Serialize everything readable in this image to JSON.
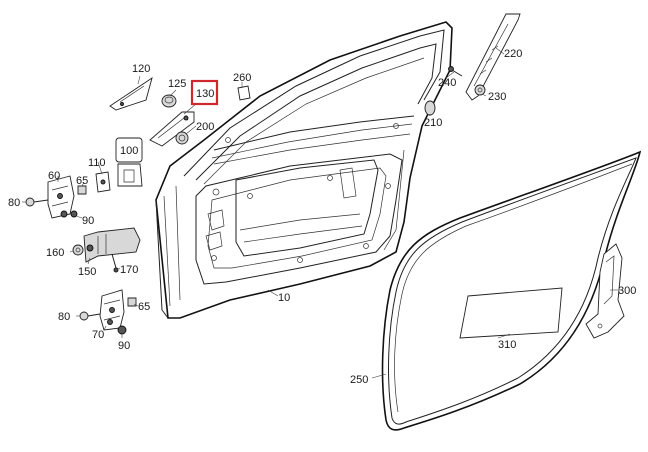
{
  "labels": {
    "p10": "10",
    "p60": "60",
    "p65a": "65",
    "p65b": "65",
    "p70": "70",
    "p80a": "80",
    "p80b": "80",
    "p90a": "90",
    "p90b": "90",
    "p100": "100",
    "p110": "110",
    "p120": "120",
    "p125": "125",
    "p130": "130",
    "p150": "150",
    "p160": "160",
    "p170": "170",
    "p200": "200",
    "p210": "210",
    "p220": "220",
    "p230": "230",
    "p240": "240",
    "p250": "250",
    "p260": "260",
    "p300": "300",
    "p310": "310"
  },
  "highlight": {
    "label_ref": "130",
    "color": "#d0262d"
  },
  "colors": {
    "line": "#222222",
    "background": "#ffffff",
    "highlight": "#d0262d"
  }
}
